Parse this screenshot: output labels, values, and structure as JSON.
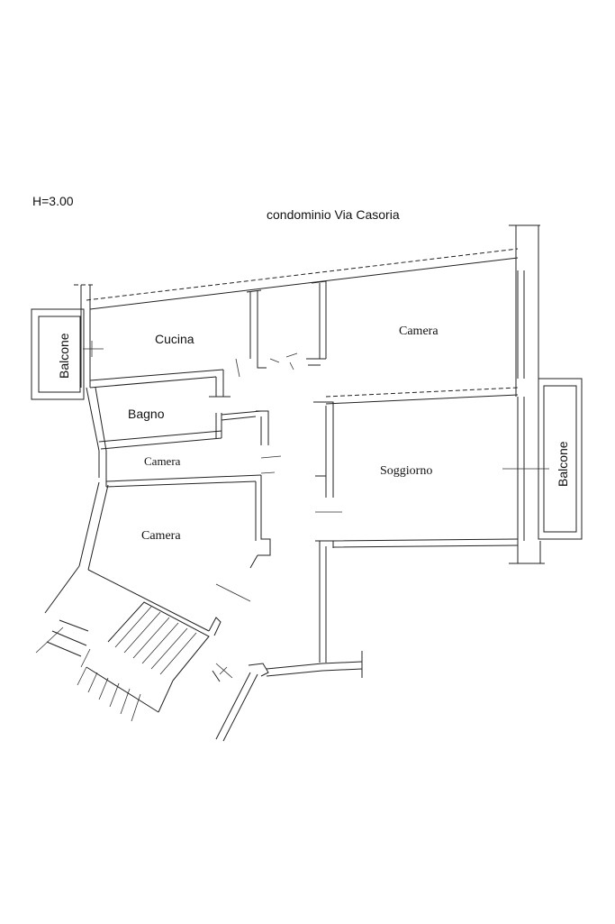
{
  "header": {
    "height_label": "H=3.00",
    "building_label": "condominio Via Casoria"
  },
  "rooms": {
    "balcone_left": "Balcone",
    "cucina": "Cucina",
    "bagno": "Bagno",
    "camera_small": "Camera",
    "camera_bottom": "Camera",
    "camera_top": "Camera",
    "soggiorno": "Soggiorno",
    "balcone_right": "Balcone"
  }
}
